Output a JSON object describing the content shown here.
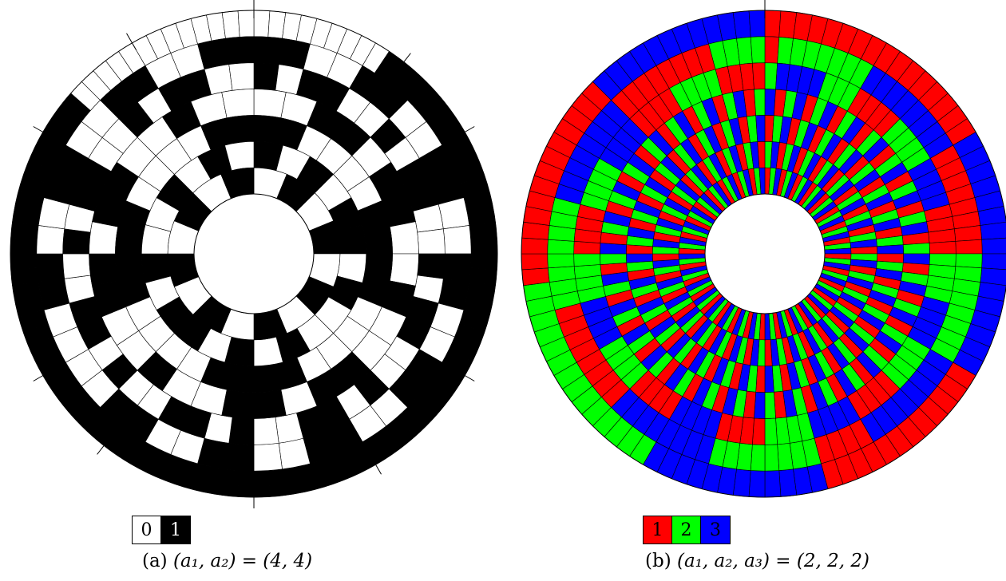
{
  "panels": [
    {
      "id": "a",
      "caption_prefix": "(a) ",
      "caption_math": "(a₁, a₂) = (4, 4)",
      "palette": [
        "#ffffff",
        "#000000"
      ],
      "legend": [
        {
          "label": "0",
          "color": "#ffffff",
          "text_color": "#000000"
        },
        {
          "label": "1",
          "color": "#000000",
          "text_color": "#ffffff"
        }
      ],
      "ring_sectors": [
        96,
        48,
        48,
        32,
        32,
        24,
        16
      ],
      "rings_outer_to_inner": [
        "000000000111111111111111111111111111111111111111111111111111111111111111111111111110000000000000",
        "110011001100110011001100110011000011001100110011001100110011001100110011001100110011001100110011",
        "101100101100101100101100101100101100101100101100101100101100101100101100101100101100101100101100",
        "00110110010011011001001101100100110110010011011001001101100100110110010011011001001101100100110110",
        "1100001111000011110000111100001111000011110000111100001111000011",
        "1010110100101011010010101101001010110100101011010010101101001010",
        "01010101010101010101010101010101010101010101010101010101010101010101010101010101010101010101010101"
      ]
    },
    {
      "id": "b",
      "caption_prefix": "(b) ",
      "caption_math": "(a₁, a₂, a₃) = (2, 2, 2)",
      "palette": [
        "#ff0000",
        "#00ff00",
        "#0000ff"
      ],
      "legend": [
        {
          "label": "1",
          "color": "#ff0000",
          "text_color": "#000000"
        },
        {
          "label": "2",
          "color": "#00ff00",
          "text_color": "#000000"
        },
        {
          "label": "3",
          "color": "#0000ff",
          "text_color": "#000000"
        }
      ],
      "ring_sectors": [
        96,
        96,
        96,
        96,
        96,
        96,
        96
      ],
      "rings_outer_to_inner": [
        "000000000000000022222222222222220000000000002222222222221111111111111100000000000000222222222222",
        "011111112222222200000000111111112222222200001111111122222222000000001111111122222222000000001111",
        "122221110000111122220000111122221111000022221111000022220000111122221111000011112222000011110000",
        "201201201201201201201201201201201201201201201201201201201201201201201201201201201201201201201201",
        "012012012012012012012012012012012012012012012012012012012012012012012012012012012012012012012012",
        "120120120120120120120120120120120120120120120120120120120120120120120120120120120120120120120120",
        "012012012012012012012012012012012012012012012012012012012012012012012012012012012012012012012012"
      ]
    }
  ]
}
